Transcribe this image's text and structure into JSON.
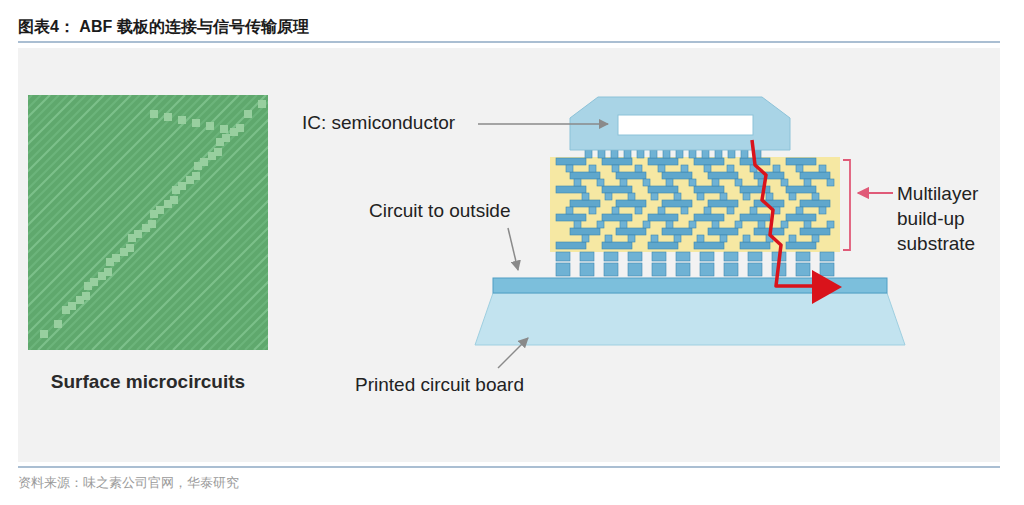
{
  "diagram": {
    "title": "图表4： ABF 载板的连接与信号传输原理",
    "caption": "资料来源：味之素公司官网，华泰研究",
    "nodes": [
      {
        "text": [
          "Surface microcircuits"
        ]
      }
    ],
    "labels": [
      "IC: semiconductor",
      "Circuit to outside",
      "Multilayer build-up substrate",
      "Printed circuit board"
    ]
  }
}
